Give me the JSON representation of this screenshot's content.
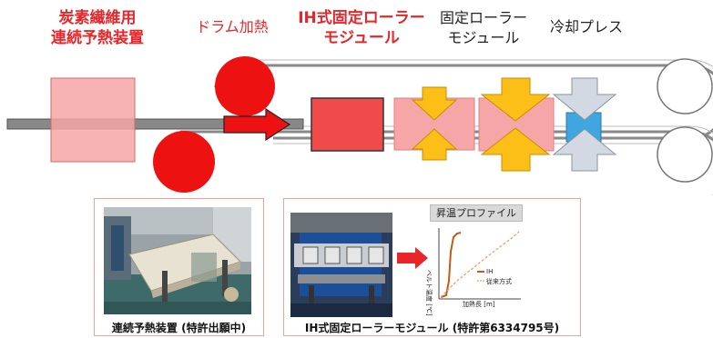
{
  "headers": {
    "preheat": [
      "炭素繊維用",
      "連続予熱装置"
    ],
    "drum": "ドラム加熱",
    "ih": [
      "IH式固定ローラー",
      "モジュール"
    ],
    "fixed": [
      "固定ローラー",
      "モジュール"
    ],
    "cool": "冷却プレス"
  },
  "colors": {
    "red": "#e8262a",
    "drum": "#ee1111",
    "ih_block": "#f04a4a",
    "pink": "#f6a6a6",
    "arrow_orange": "#fbbf18",
    "arrow_gray": "#d3d9e2",
    "cool_blue": "#3fa6e0",
    "belt": "#888888"
  },
  "captions": {
    "left": "連続予熱装置 (特許出願中)",
    "right": "IH式固定ローラーモジュール (特許第6334795号)"
  },
  "chart": {
    "title": "昇温プロファイル",
    "ylabel": "ベルト温度 [℃]",
    "xlabel": "加熱長 [m]",
    "legend": [
      "IH",
      "従来方式"
    ]
  }
}
